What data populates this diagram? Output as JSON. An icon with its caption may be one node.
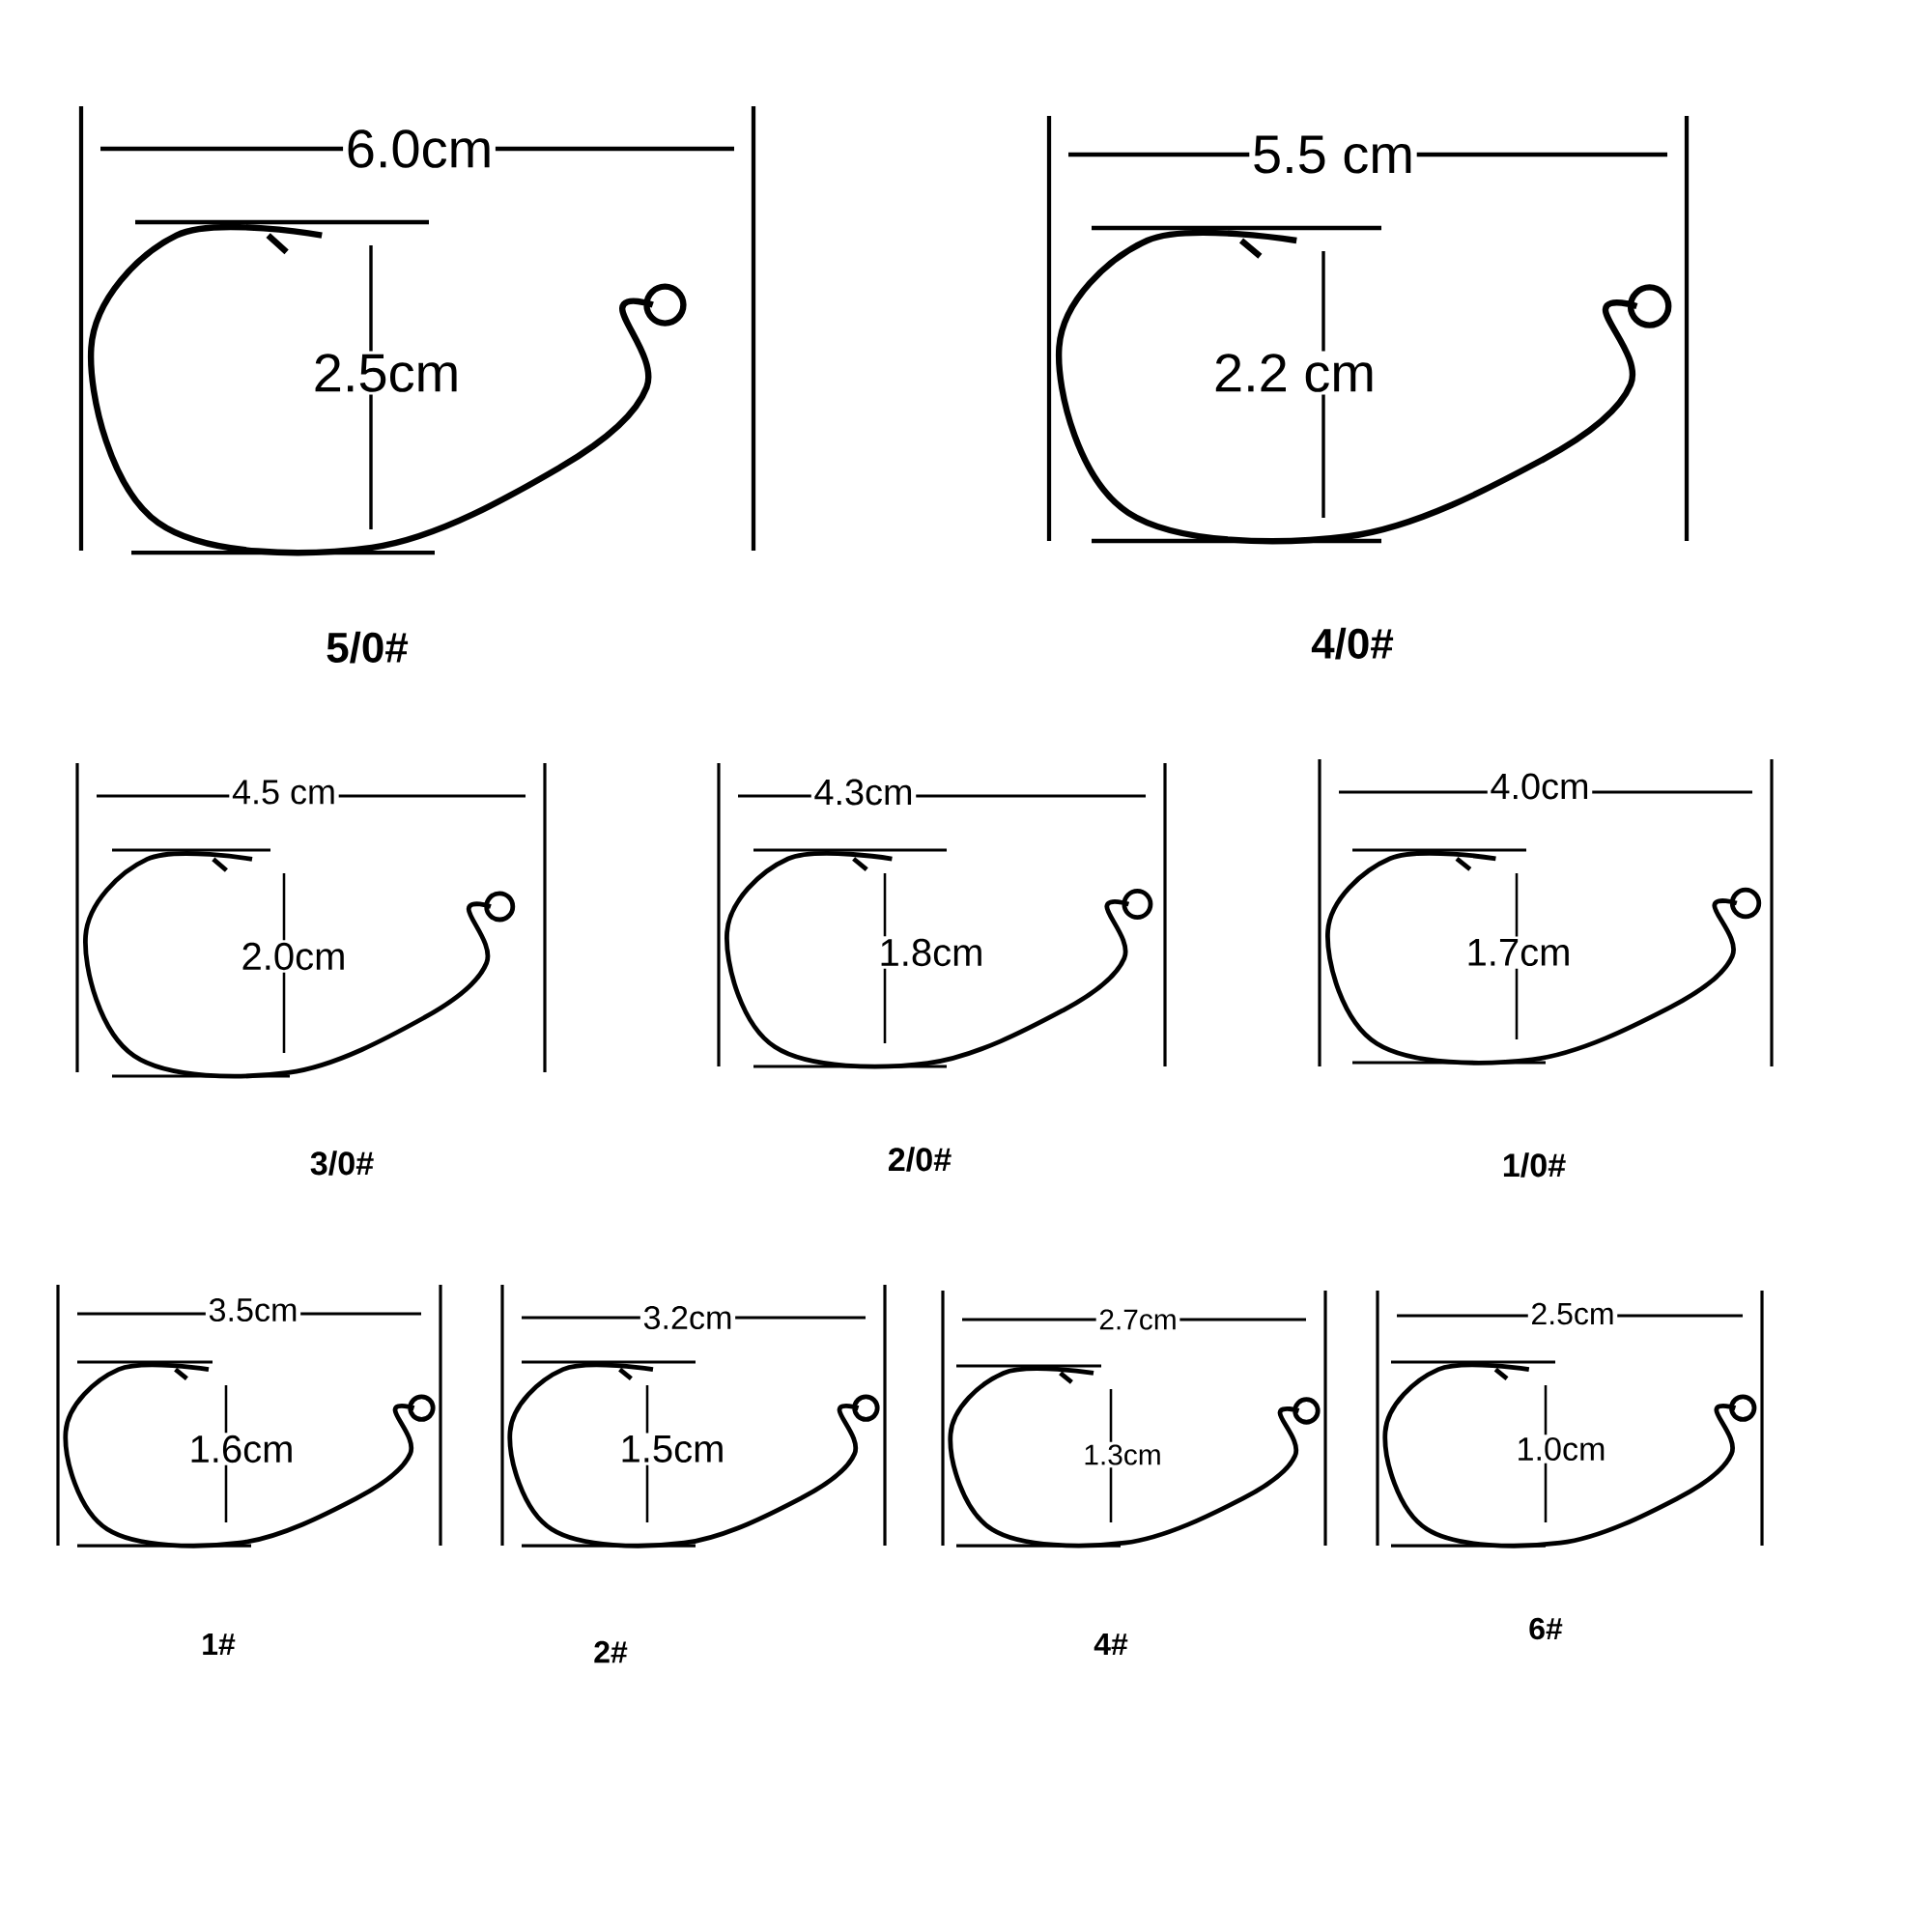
{
  "diagram": {
    "labels": [
      "6.0cm",
      "2.5cm",
      "5/0#",
      "5.5 cm",
      "2.2 cm",
      "4/0#",
      "4.5 cm",
      "2.0cm",
      "3/0#",
      "4.3cm",
      "1.8cm",
      "2/0#",
      "4.0cm",
      "1.7cm",
      "1/0#",
      "3.5cm",
      "1.6cm",
      "1#",
      "3.2cm",
      "1.5cm",
      "2#",
      "2.7cm",
      "1.3cm",
      "4#",
      "2.5cm",
      "1.0cm",
      "6#"
    ]
  }
}
